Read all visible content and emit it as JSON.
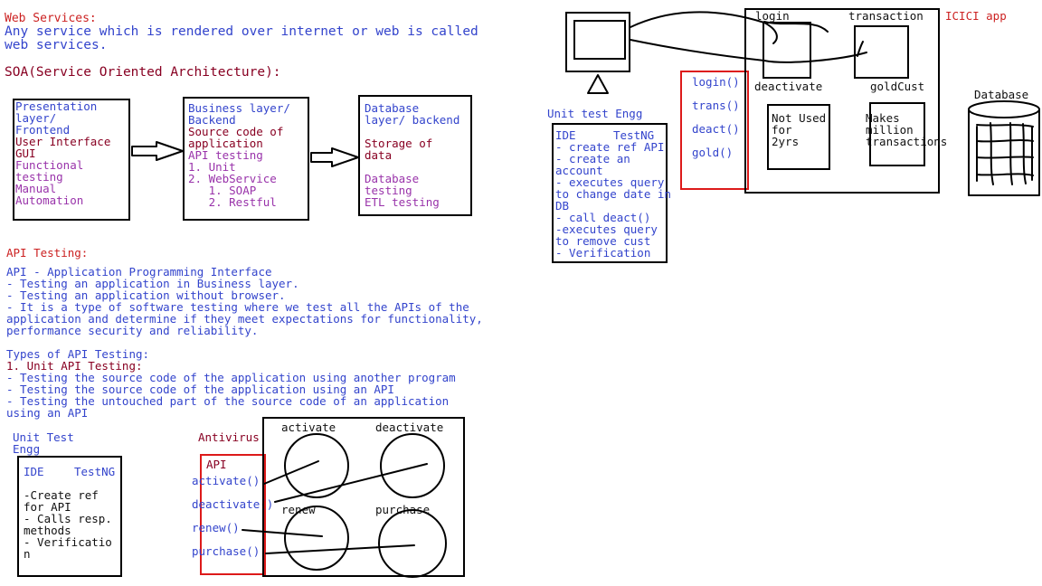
{
  "intro": {
    "heading": "Web Services:",
    "line1": "Any service which is rendered over internet or web is called",
    "line2": "web services.",
    "soa": "SOA(Service Oriented Architecture):"
  },
  "layers": {
    "presentation": {
      "title": [
        "Presentation",
        "layer/",
        "Frontend"
      ],
      "ui": [
        "User Interface",
        "GUI"
      ],
      "tests": [
        "Functional",
        "testing",
        "Manual",
        "Automation"
      ]
    },
    "business": {
      "title": [
        "Business layer/",
        "Backend"
      ],
      "source": [
        "Source code of",
        "application"
      ],
      "api": [
        "API testing",
        "1. Unit",
        "2. WebService",
        "   1. SOAP",
        "   2. Restful"
      ]
    },
    "database": {
      "title": [
        "Database",
        "layer/ backend"
      ],
      "storage": [
        "Storage of",
        "data"
      ],
      "tests": [
        "Database",
        "testing",
        "ETL testing"
      ]
    }
  },
  "api_testing": {
    "heading": "API Testing:",
    "lines": [
      "API - Application Programming Interface",
      "- Testing an application in Business layer.",
      "- Testing an application without browser.",
      "- It is a type of software testing where we test all the APIs of the",
      "application and determine if they meet expectations for functionality,",
      "performance security and reliability."
    ],
    "types_heading": "Types of API Testing:",
    "unit_heading": "1. Unit API Testing:",
    "unit_lines": [
      "- Testing the source code of the application using another program",
      "- Testing the source code of the application using an API",
      "- Testing the untouched part of the source code of an application",
      "using an API"
    ]
  },
  "bottom_left": {
    "label": [
      "Unit Test",
      "Engg"
    ],
    "ide": "IDE",
    "testng": "TestNG",
    "steps": [
      "-Create ref",
      "for API",
      "- Calls resp.",
      "methods",
      "- Verificatio",
      "n"
    ]
  },
  "antivirus": {
    "label": "Antivirus",
    "api": "API",
    "methods": [
      "activate()",
      "deactivate()",
      "renew()",
      "purchase()"
    ],
    "features": [
      "activate",
      "deactivate",
      "renew",
      "purchase"
    ]
  },
  "top_right": {
    "unit_label": "Unit test Engg",
    "ide": "IDE",
    "testng": "TestNG",
    "steps": [
      "- create ref API",
      "- create an",
      "account",
      "- executes query",
      "to change date in",
      "DB",
      "- call deact()",
      "-executes query",
      "to remove cust",
      "- Verification"
    ],
    "methods": [
      "login()",
      "trans()",
      "deact()",
      "gold()"
    ],
    "app_label": "ICICI app",
    "features": [
      "login",
      "transaction",
      "deactivate",
      "goldCust"
    ],
    "notes": {
      "not_used": [
        "Not Used",
        "for",
        "2yrs"
      ],
      "makes": [
        "Makes",
        "million",
        "transactions"
      ]
    },
    "database_label": "Database"
  }
}
